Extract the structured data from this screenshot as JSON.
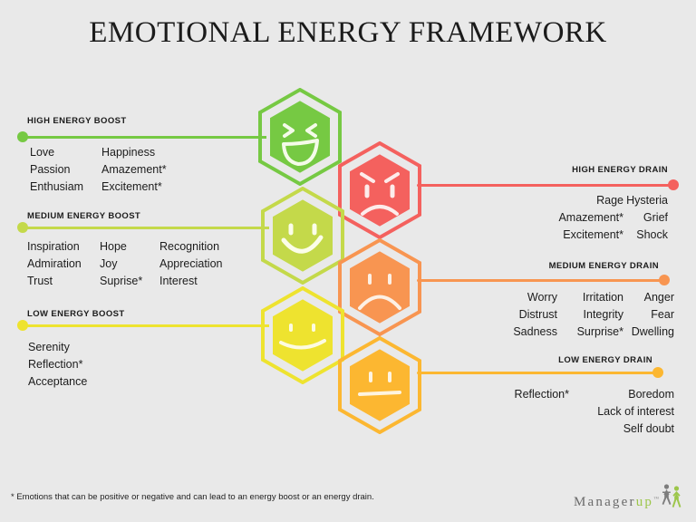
{
  "title": "EMOTIONAL ENERGY FRAMEWORK",
  "colors": {
    "background": "#e9e9e9",
    "high_boost": "#76c943",
    "medium_boost": "#c4d94a",
    "low_boost": "#eee32f",
    "high_drain": "#f4615e",
    "medium_drain": "#f89551",
    "low_drain": "#fcb731",
    "text": "#1c1c1c",
    "logo_gray": "#6a6a6a",
    "logo_green": "#9cc64a"
  },
  "boost": [
    {
      "id": "high-energy-boost",
      "label": "HIGH ENERGY BOOST",
      "color": "#76c943",
      "columns": [
        [
          "Love",
          "Passion",
          "Enthusiam"
        ],
        [
          "Happiness",
          "Amazement*",
          "Excitement*"
        ]
      ]
    },
    {
      "id": "medium-energy-boost",
      "label": "MEDIUM ENERGY BOOST",
      "color": "#c4d94a",
      "columns": [
        [
          "Inspiration",
          "Admiration",
          "Trust"
        ],
        [
          "Hope",
          "Joy",
          "Suprise*"
        ],
        [
          "Recognition",
          "Appreciation",
          "Interest"
        ]
      ]
    },
    {
      "id": "low-energy-boost",
      "label": "LOW ENERGY BOOST",
      "color": "#eee32f",
      "columns": [
        [
          "Serenity",
          "Reflection*",
          "Acceptance"
        ]
      ]
    }
  ],
  "drain": [
    {
      "id": "high-energy-drain",
      "label": "HIGH ENERGY DRAIN",
      "color": "#f4615e",
      "columns": [
        [
          "Rage",
          "Amazement*",
          "Excitement*"
        ],
        [
          "Hysteria",
          "Grief",
          "Shock"
        ]
      ]
    },
    {
      "id": "medium-energy-drain",
      "label": "MEDIUM ENERGY DRAIN",
      "color": "#f89551",
      "columns": [
        [
          "Worry",
          "Distrust",
          "Sadness"
        ],
        [
          "Irritation",
          "Integrity",
          "Surprise*"
        ],
        [
          "Anger",
          "Fear",
          "Dwelling"
        ]
      ]
    },
    {
      "id": "low-energy-drain",
      "label": "LOW ENERGY DRAIN",
      "color": "#fcb731",
      "columns": [
        [
          "Reflection*"
        ],
        [
          "Boredom",
          "Lack of interest",
          "Self doubt"
        ]
      ]
    }
  ],
  "faces": [
    {
      "id": "face-laughing-green",
      "expression": "laughing",
      "color": "#76c943"
    },
    {
      "id": "face-angry-red",
      "expression": "angry",
      "color": "#f4615e"
    },
    {
      "id": "face-smiling-lime",
      "expression": "smiling",
      "color": "#c4d94a"
    },
    {
      "id": "face-sad-orange",
      "expression": "sad",
      "color": "#f89551"
    },
    {
      "id": "face-slight-yellow",
      "expression": "slight-smile",
      "color": "#eee32f"
    },
    {
      "id": "face-neutral-amber",
      "expression": "neutral",
      "color": "#fcb731"
    }
  ],
  "footnote": "* Emotions that can be positive or negative and can lead to an energy boost or an energy drain.",
  "logo": {
    "name_part1": "Manager",
    "name_part2": "up",
    "trademark": "™"
  }
}
